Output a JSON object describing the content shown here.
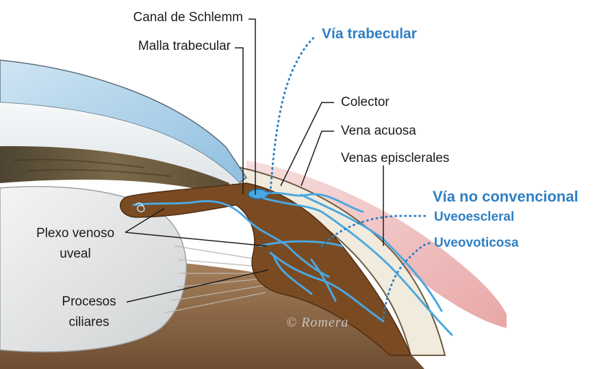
{
  "labels": {
    "canal_schlemm": "Canal de Schlemm",
    "malla_trabecular": "Malla trabecular",
    "colector": "Colector",
    "vena_acuosa": "Vena acuosa",
    "venas_episclerales": "Venas episclerales",
    "plexo_venoso_l1": "Plexo venoso",
    "plexo_venoso_l2": "uveal",
    "procesos_l1": "Procesos",
    "procesos_l2": "ciliares"
  },
  "pathways": {
    "trabecular": "Vía trabecular",
    "no_convencional": "Vía no convencional",
    "uveoescleral": "Uveoescleral",
    "uveovoticosa": "Uveovoticosa"
  },
  "watermark": "© Romera",
  "colors": {
    "pathway_blue": "#2f7fc4",
    "vessel_blue": "#4aa8e0",
    "ciliary_brown": "#7a4a22",
    "cornea_blue": "#a9cfe8",
    "iris": "#6b5a3e",
    "conjunctiva_pink": "#f1c9c9",
    "sclera": "#f1ebdd"
  }
}
